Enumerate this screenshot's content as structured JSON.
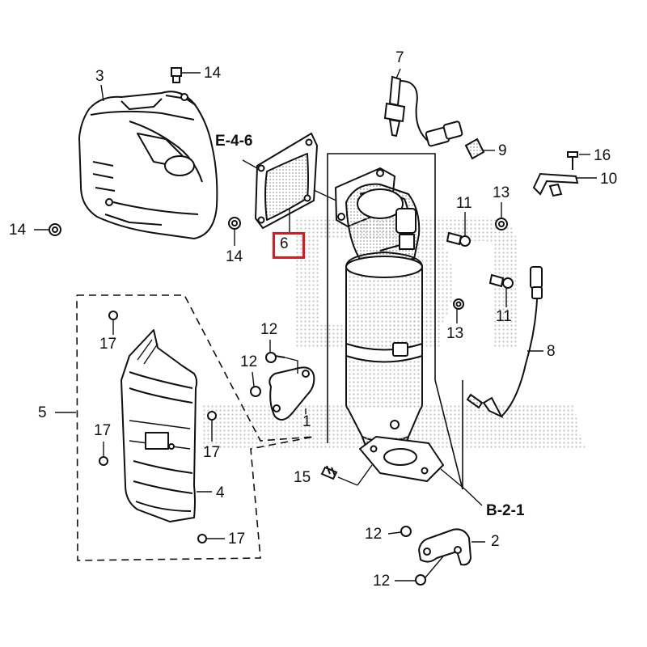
{
  "diagram": {
    "highlight_color": "#e0161e",
    "line_color": "#111111",
    "watermark_color": "#c8c8c8",
    "references": {
      "upper": "E-4-6",
      "lower": "B-2-1"
    },
    "highlighted_part": "6",
    "callouts": {
      "p1": "1",
      "p2": "2",
      "p3": "3",
      "p4": "4",
      "p5": "5",
      "p7": "7",
      "p8": "8",
      "p9": "9",
      "p10": "10",
      "p11a": "11",
      "p11b": "11",
      "p12a": "12",
      "p12b": "12",
      "p12c": "12",
      "p12d": "12",
      "p13a": "13",
      "p13b": "13",
      "p14a": "14",
      "p14b": "14",
      "p14c": "14",
      "p15": "15",
      "p16": "16",
      "p17a": "17",
      "p17b": "17",
      "p17c": "17",
      "p17d": "17"
    }
  }
}
